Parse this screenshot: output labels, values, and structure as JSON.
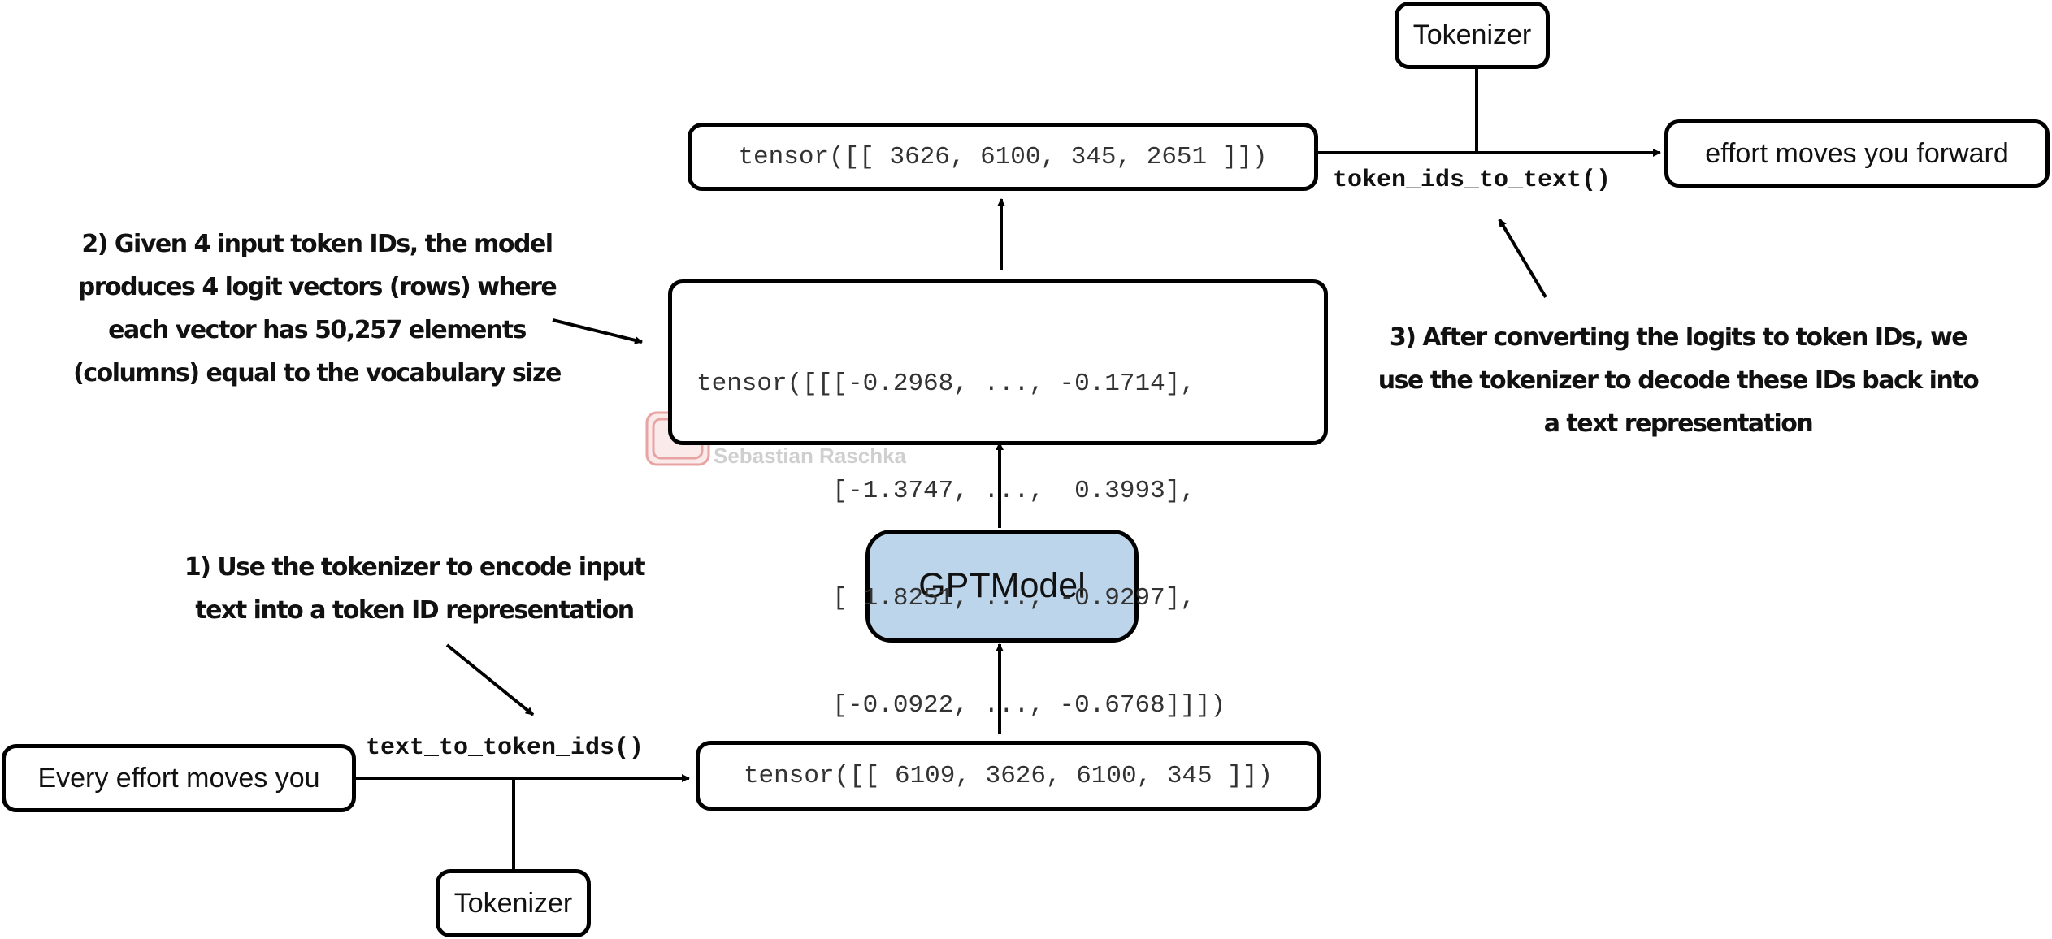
{
  "boxes": {
    "input_text": "Every effort moves you",
    "tokenizer_bottom": "Tokenizer",
    "input_tensor": "tensor([[ 6109, 3626, 6100, 345 ]])",
    "model": "GPTModel",
    "logits_tensor_lines": [
      "tensor([[[-0.2968, ..., -0.1714],",
      "         [-1.3747, ...,  0.3993],",
      "         [ 1.8251, ..., -0.9297],",
      "         [-0.0922, ..., -0.6768]]])"
    ],
    "output_tensor": "tensor([[ 3626, 6100,  345, 2651 ]])",
    "tokenizer_top": "Tokenizer",
    "output_text": "effort moves you forward"
  },
  "functions": {
    "encode": "text_to_token_ids()",
    "decode": "token_ids_to_text()"
  },
  "notes": {
    "step1": [
      "1) Use the tokenizer to encode input",
      "text into a token ID representation"
    ],
    "step2": [
      "2) Given 4 input token IDs, the model",
      "produces 4 logit vectors (rows) where",
      "each vector has 50,257 elements",
      "(columns) equal to the vocabulary size"
    ],
    "step3": [
      "3) After converting the logits to token IDs, we",
      "use the tokenizer to decode these IDs back into",
      "a text representation"
    ]
  },
  "watermark": "Sebastian Raschka",
  "colors": {
    "model_fill": "#bcd5ea",
    "border": "#000000",
    "watermark_logo": "#e8a3a3"
  }
}
